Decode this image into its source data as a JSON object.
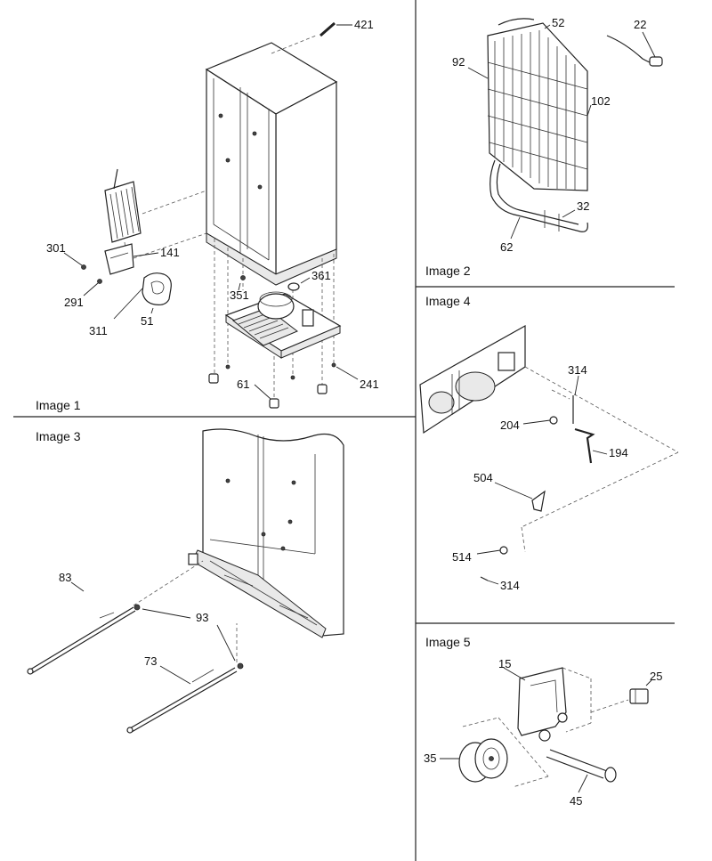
{
  "panels": {
    "image1": {
      "title": "Image 1",
      "callouts": {
        "c421": "421",
        "c301": "301",
        "c141": "141",
        "c291": "291",
        "c311": "311",
        "c51": "51",
        "c351": "351",
        "c361": "361",
        "c241": "241",
        "c61": "61"
      }
    },
    "image2": {
      "title": "Image 2",
      "callouts": {
        "c52": "52",
        "c22": "22",
        "c92": "92",
        "c102": "102",
        "c32": "32",
        "c62": "62"
      }
    },
    "image3": {
      "title": "Image 3",
      "callouts": {
        "c83": "83",
        "c93": "93",
        "c73": "73"
      }
    },
    "image4": {
      "title": "Image 4",
      "callouts": {
        "c314a": "314",
        "c204": "204",
        "c194": "194",
        "c504": "504",
        "c514": "514",
        "c314b": "314"
      }
    },
    "image5": {
      "title": "Image 5",
      "callouts": {
        "c15": "15",
        "c25": "25",
        "c35": "35",
        "c45": "45"
      }
    }
  }
}
